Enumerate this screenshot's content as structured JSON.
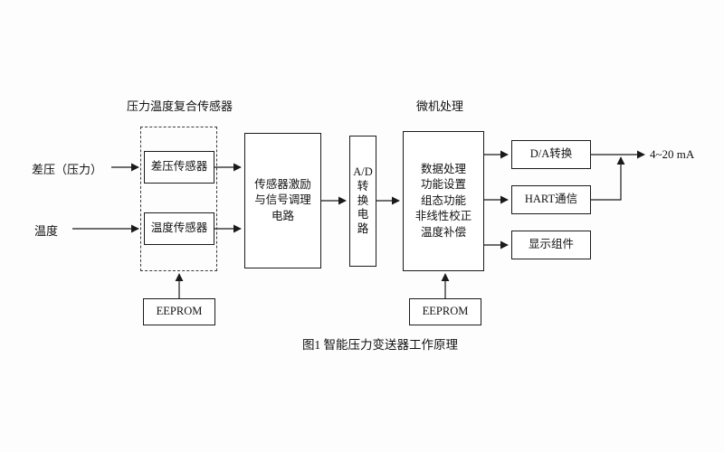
{
  "labels": {
    "sensor_group_title": "压力温度复合传感器",
    "mcu_group_title": "微机处理",
    "input_pressure": "差压（压力）",
    "input_temperature": "温度",
    "output_current": "4~20 mA",
    "caption": "图1 智能压力变送器工作原理"
  },
  "blocks": {
    "dp_sensor": "差压传感器",
    "temp_sensor": "温度传感器",
    "conditioning": {
      "lines": [
        "传感器激励",
        "与信号调理",
        "电路"
      ]
    },
    "adc": {
      "lines": [
        "A/D",
        "转",
        "换",
        "电",
        "路"
      ]
    },
    "mcu": {
      "lines": [
        "数据处理",
        "功能设置",
        "组态功能",
        "非线性校正",
        "温度补偿"
      ]
    },
    "da_converter": "D/A转换",
    "hart": "HART通信",
    "display_module": "显示组件",
    "eeprom_left": "EEPROM",
    "eeprom_right": "EEPROM"
  },
  "colors": {
    "line": "#1a1a1a",
    "background": "#fdfdfd",
    "text": "#111111"
  }
}
